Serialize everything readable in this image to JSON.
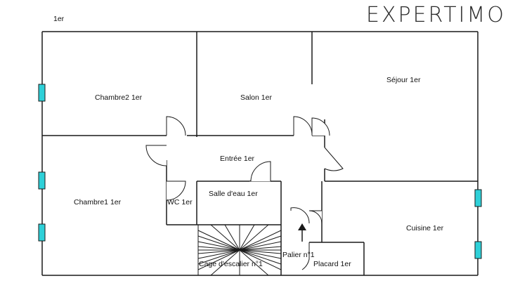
{
  "floor_label": "1er",
  "brand": {
    "text": "EXPERTIMO",
    "accent_color": "#e8a317",
    "text_color": "#2b2b2b"
  },
  "rooms": {
    "chambre2": "Chambre2 1er",
    "salon": "Salon 1er",
    "sejour": "Séjour 1er",
    "entree": "Entrée 1er",
    "chambre1": "Chambre1 1er",
    "wc": "WC 1er",
    "salle_eau": "Salle d'eau 1er",
    "cuisine": "Cuisine 1er",
    "palier": "Palier n°1",
    "placard": "Placard 1er",
    "cage_escalier": "Cage d'escalier n°1"
  },
  "colors": {
    "wall": "#1a1a1a",
    "window": "#2ed0d8",
    "background": "#ffffff"
  }
}
